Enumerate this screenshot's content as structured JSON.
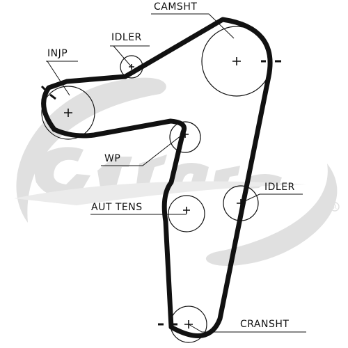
{
  "diagram": {
    "labels": {
      "camshaft": "CAMSHT",
      "idler_top": "IDLER",
      "injection_pump": "INJP",
      "water_pump": "WP",
      "idler_right": "IDLER",
      "auto_tensioner": "AUT TENS",
      "crankshaft": "CRANSHT"
    },
    "watermark": {
      "brand_colour": "#e0e0e0",
      "trademark": "®"
    }
  }
}
